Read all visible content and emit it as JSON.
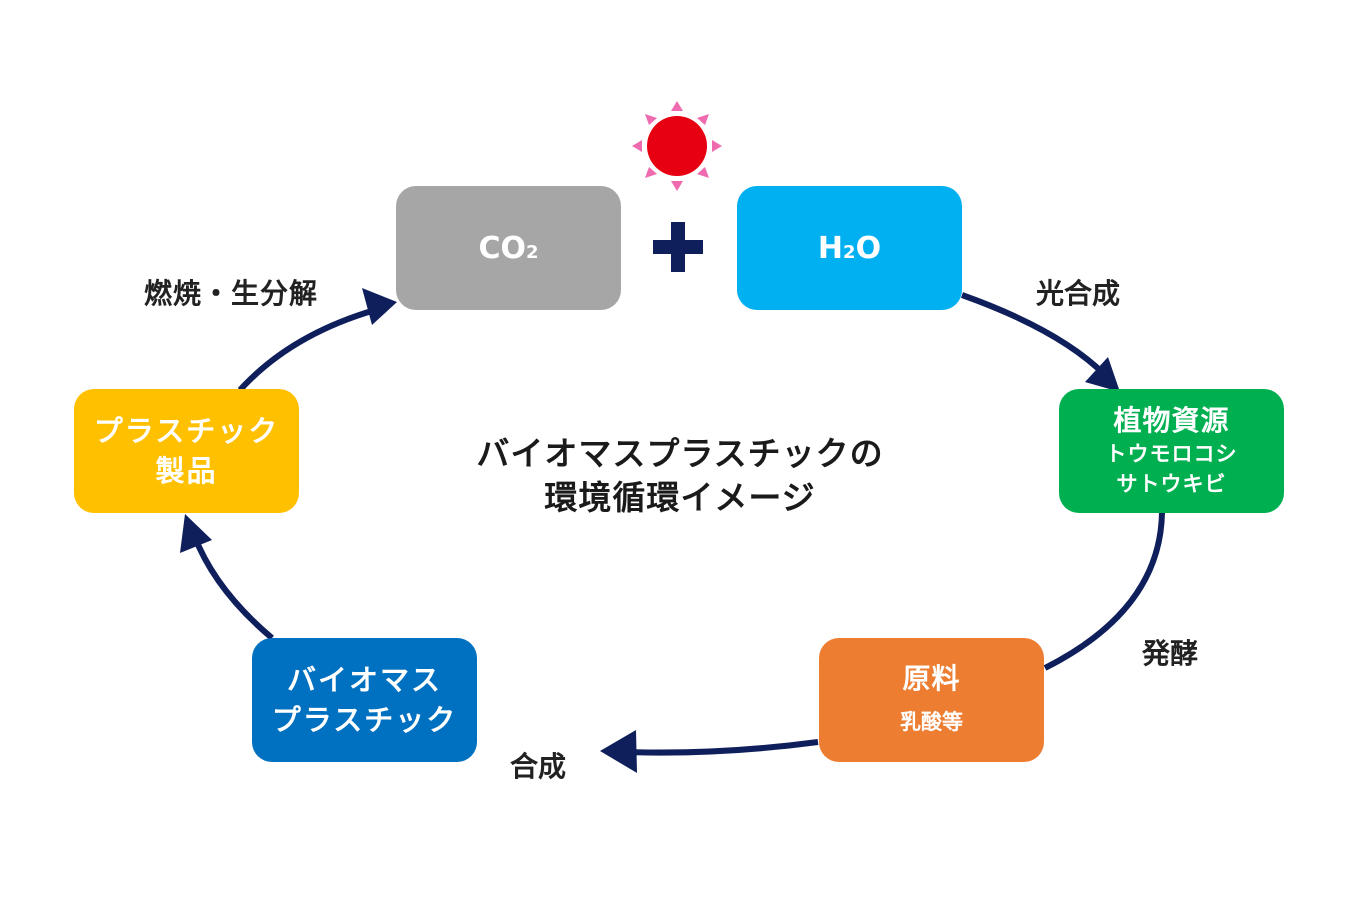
{
  "title": [
    "バイオマスプラスチックの",
    "環境循環イメージ"
  ],
  "nodes": {
    "co2": {
      "main": "CO",
      "sub": "2",
      "color": "#a6a6a6"
    },
    "h2o": {
      "pre": "H",
      "sub": "2",
      "post": "O",
      "color": "#00b0f0"
    },
    "plant": {
      "main": "植物資源",
      "line2": "トウモロコシ",
      "line3": "サトウキビ",
      "color": "#00b050"
    },
    "raw": {
      "main": "原料",
      "sub": "乳酸等",
      "color": "#ed7d31"
    },
    "bioplastic": {
      "line1": "バイオマス",
      "line2": "プラスチック",
      "color": "#0070c0"
    },
    "product": {
      "line1": "プラスチック",
      "line2": "製品",
      "color": "#ffc000"
    }
  },
  "edge_labels": {
    "photosynthesis": "光合成",
    "fermentation": "発酵",
    "synthesis": "合成",
    "combustion": "燃焼・生分解"
  },
  "colors": {
    "arrow": "#0f1f5c",
    "plus": "#0f1f5c",
    "sun": "#e60012",
    "sun_rays": "#ee6bb0"
  },
  "icons": {
    "plus": "plus-icon",
    "sun": "sun-icon"
  }
}
